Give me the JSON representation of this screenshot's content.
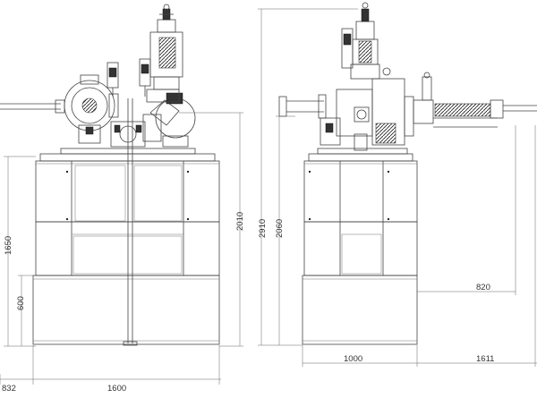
{
  "dimensions": {
    "front_base_width": "1600",
    "front_left_offset": "832",
    "front_frame_height": "1650",
    "front_lower_height": "600",
    "front_total_height": "2010",
    "side_total_height": "2910",
    "side_frame_height": "2060",
    "side_base_width": "1000",
    "side_arm_extension": "1611",
    "side_arm_reach": "820"
  },
  "colors": {
    "line": "#444444",
    "dimension": "#666666",
    "fill_dark": "#222222"
  }
}
